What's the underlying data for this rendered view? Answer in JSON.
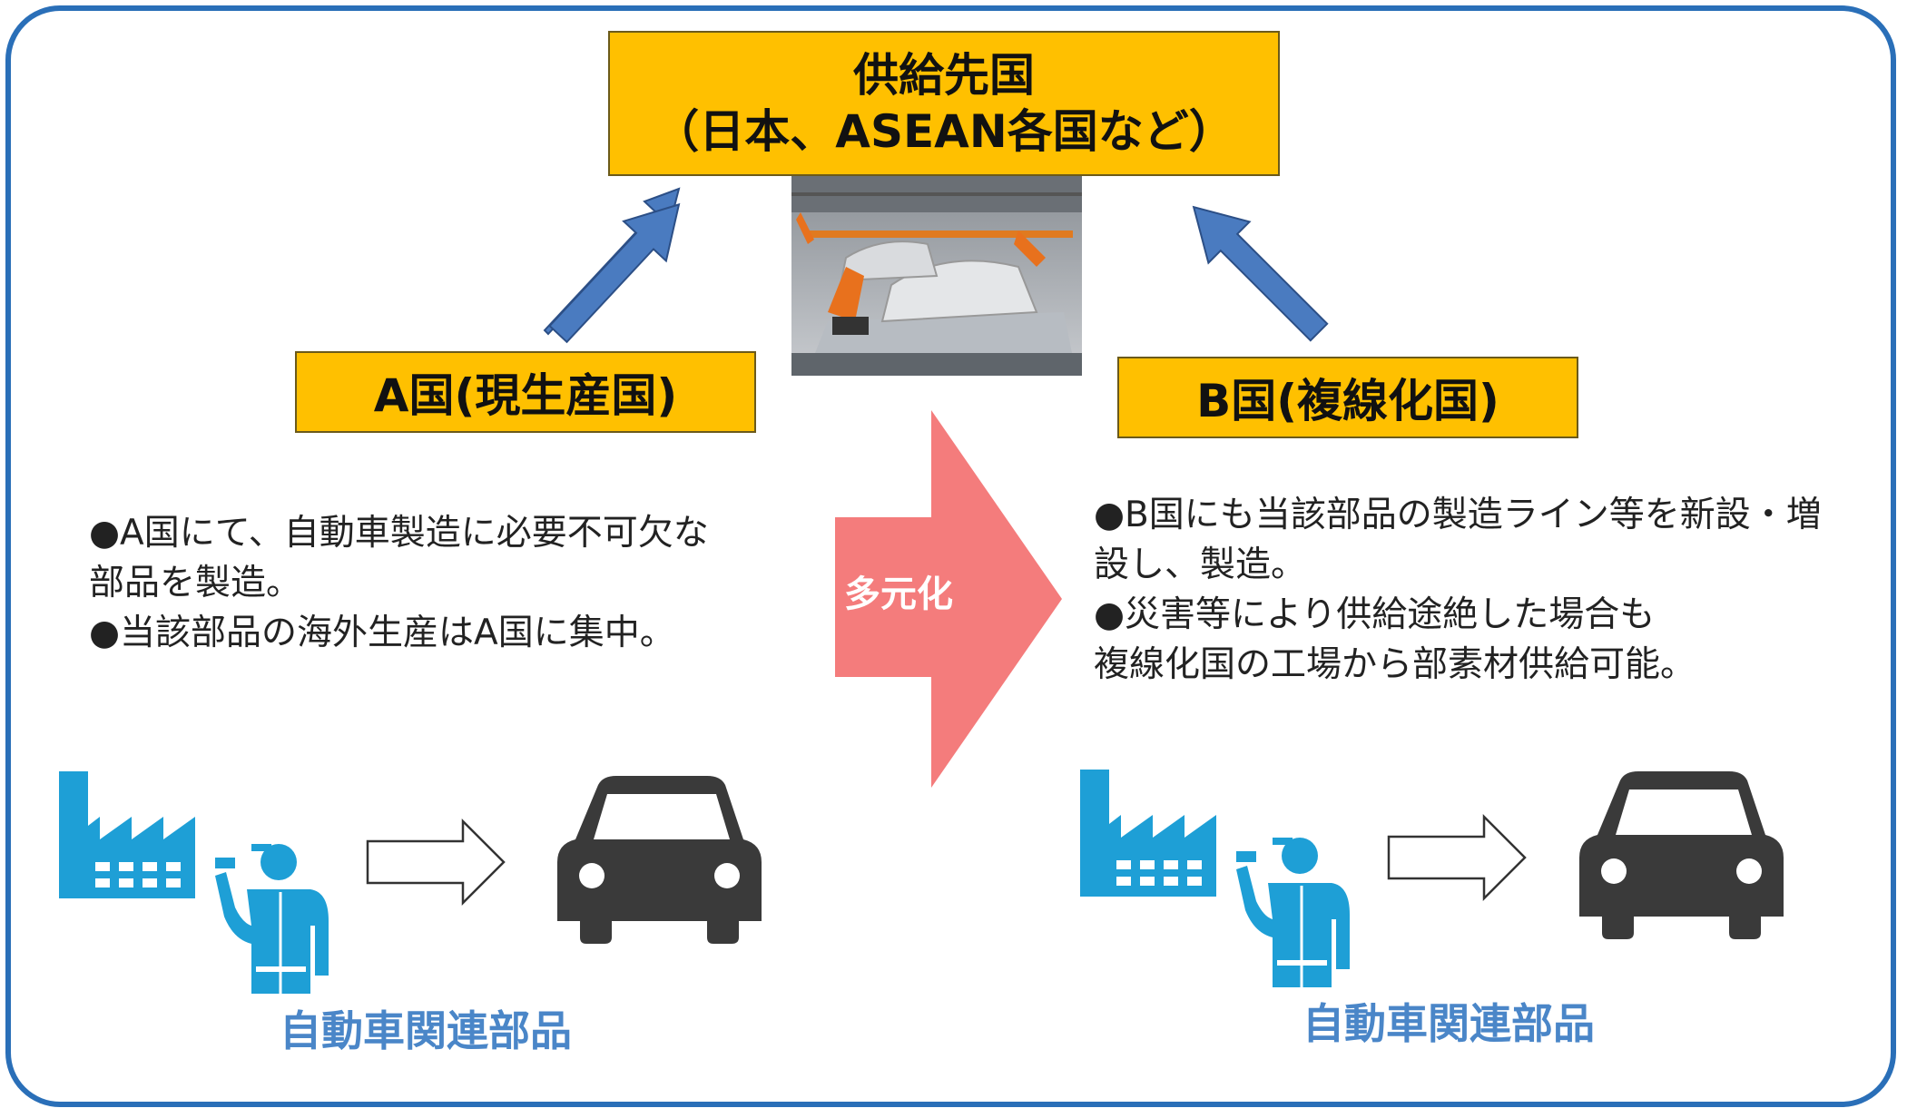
{
  "top_box": {
    "line1": "供給先国",
    "line2": "（日本、ASEAN各国など）"
  },
  "country_a": {
    "title": "A国(現生産国)",
    "lines": [
      "●A国にて、自動車製造に必要不可欠な",
      "部品を製造。",
      "●当該部品の海外生産はA国に集中。"
    ],
    "label": "自動車関連部品"
  },
  "country_b": {
    "title": "B国(複線化国)",
    "lines": [
      "●B国にも当該部品の製造ライン等を新設・増",
      "設し、製造。",
      "●災害等により供給途絶した場合も",
      "複線化国の工場から部素材供給可能。"
    ],
    "label": "自動車関連部品"
  },
  "center_arrow": {
    "label": "多元化",
    "color": "#f47c7c"
  },
  "colors": {
    "frame": "#2a6fb8",
    "box": "#ffc000",
    "arrow_blue": "#4a7bc0",
    "icon_blue": "#1e9fd6",
    "car": "#3a3a3a",
    "label_blue": "#4a86c8"
  },
  "icons": [
    "factory-icon",
    "worker-icon",
    "outline-arrow-icon",
    "car-icon",
    "robot-assembly-photo"
  ]
}
